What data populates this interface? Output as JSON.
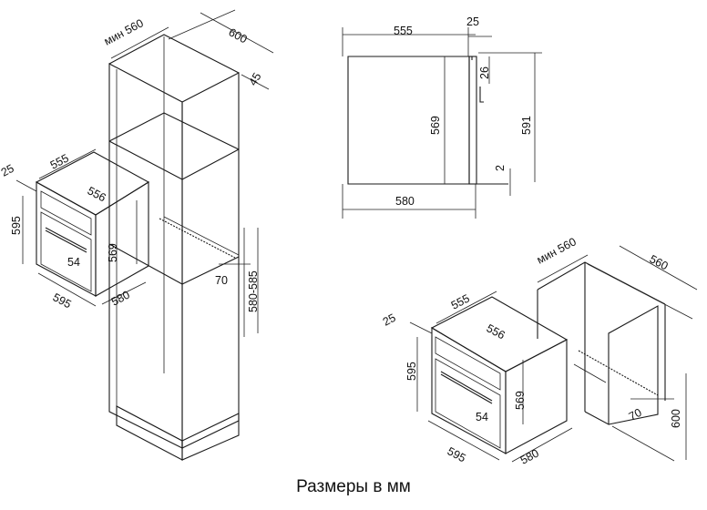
{
  "caption": "Размеры в мм",
  "tall_cabinet_view": {
    "cabinet_width": "мин 560",
    "cabinet_depth": "600",
    "back_gap": "45",
    "niche_height": "580-585",
    "vent_depth": "70",
    "oven_width_top": "555",
    "oven_depth_inner": "556",
    "door_offset": "25",
    "oven_height": "595",
    "oven_inner_height": "569",
    "handle_offset": "54",
    "oven_width_front": "595",
    "oven_depth": "580"
  },
  "side_view": {
    "top_width": "555",
    "door_thickness": "25",
    "body_height": "569",
    "panel_offset": "26",
    "total_height": "591",
    "bottom_offset": "2",
    "total_depth": "580"
  },
  "under_counter_view": {
    "cabinet_width": "мин 560",
    "cabinet_depth": "560",
    "oven_width_top": "555",
    "oven_depth_inner": "556",
    "door_offset": "25",
    "oven_height": "595",
    "oven_inner_height": "569",
    "handle_offset": "54",
    "vent_depth": "70",
    "niche_height": "600",
    "oven_width_front": "595",
    "oven_depth": "580"
  }
}
